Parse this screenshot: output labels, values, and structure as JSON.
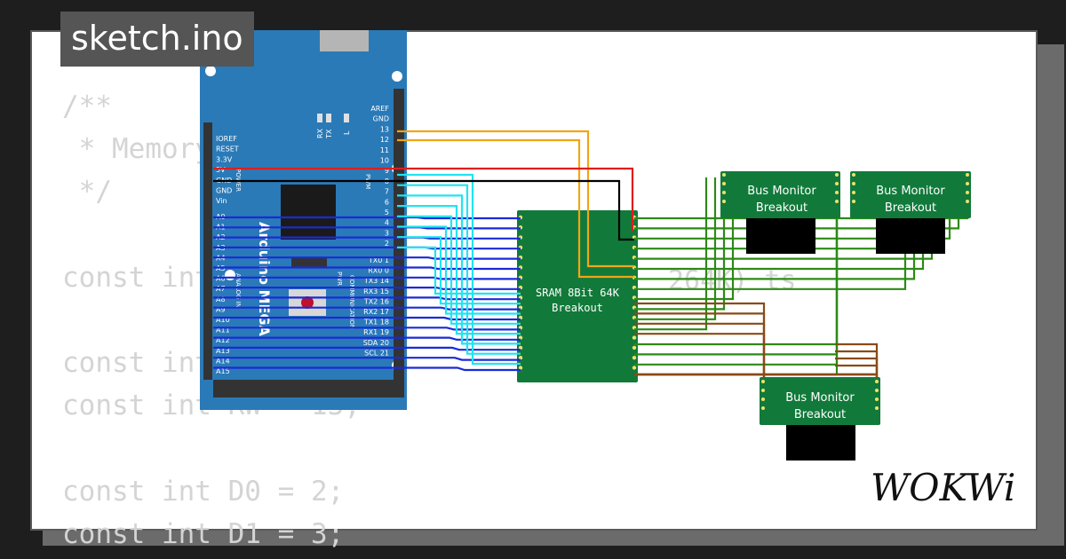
{
  "title": "sketch.ino",
  "code_lines": [
    "/**",
    " * Memory",
    " */",
    "",
    "const int",
    "",
    "const int",
    "const int RW = 13;",
    "",
    "const int D0 = 2;",
    "const int D1 = 3;"
  ],
  "board": {
    "name": "Arduino MEGA",
    "power_pins": [
      "IOREF",
      "RESET",
      "3.3V",
      "5V",
      "GND",
      "GND",
      "Vin"
    ],
    "power_label": "POWER",
    "analog_pins": [
      "A0",
      "A1",
      "A2",
      "A3",
      "A4",
      "A5",
      "A6",
      "A7",
      "A8",
      "A9",
      "A10",
      "A11",
      "A12",
      "A13",
      "A14",
      "A15"
    ],
    "analog_label": "ANALOG IN",
    "digital_pins": [
      "AREF",
      "GND",
      "13",
      "12",
      "11",
      "10",
      "9",
      "8",
      "7",
      "6",
      "5",
      "4",
      "3",
      "2"
    ],
    "pwm_label": "PWM",
    "comm_pins": [
      "TX0 1",
      "RX0 0",
      "TX3 14",
      "RX3 15",
      "TX2 16",
      "RX2 17",
      "TX1 18",
      "RX1 19",
      "SDA 20",
      "SCL 21"
    ],
    "comm_label": "COMMUNICATION",
    "led_labels": [
      "RX",
      "TX",
      "L"
    ],
    "icsp_label": "PWR"
  },
  "sram": {
    "label": "SRAM 8Bit 64K",
    "sublabel": "Breakout"
  },
  "bus_monitors": [
    {
      "line1": "Bus Monitor",
      "line2": "Breakout"
    },
    {
      "line1": "Bus Monitor",
      "line2": "Breakout"
    },
    {
      "line1": "Bus Monitor",
      "line2": "Breakout"
    }
  ],
  "ghost_code_fragment": "264K) ts",
  "logo": "WOKWi",
  "colors": {
    "background": "#1e1e1e",
    "board": "#2a7ab8",
    "breakout": "#117a3a",
    "wire_address": "#1a2ad8",
    "wire_data": "#20e4f0",
    "wire_control": "#f2a516",
    "wire_power": "#e11d1d",
    "wire_ground": "#000000",
    "wire_bus_green": "#2c8a16",
    "wire_bus_brown": "#8a4a16"
  }
}
